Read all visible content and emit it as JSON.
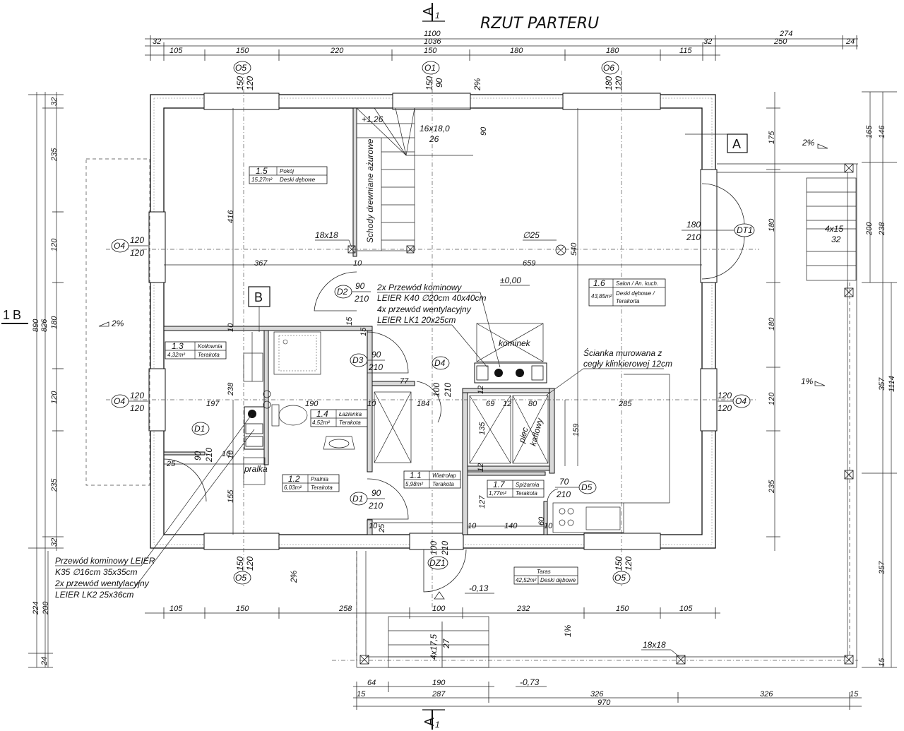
{
  "title": "RZUT PARTERU",
  "section_marks": {
    "a_top": "A",
    "a_bottom": "A",
    "b_left": "B",
    "one_top": "1",
    "one_bottom": "1",
    "one_left": "1"
  },
  "markers": {
    "a": "A",
    "b": "B"
  },
  "top_dims": {
    "total": "1100",
    "inner": "1036",
    "left_wall": "32",
    "right_wall": "32",
    "segments": [
      "105",
      "150",
      "220",
      "150",
      "180",
      "180",
      "115"
    ],
    "right_total": "274",
    "right_250": "250",
    "right_24": "24"
  },
  "bottom_dims": {
    "segments": [
      "105",
      "150",
      "258",
      "100",
      "232",
      "150",
      "105"
    ],
    "terrace": [
      "64",
      "190",
      "287",
      "326",
      "326",
      "970"
    ],
    "t15a": "15",
    "t15b": "15"
  },
  "left_dims": {
    "total": "890",
    "inner": "826",
    "segments": [
      "32",
      "235",
      "120",
      "180",
      "120",
      "235",
      "32"
    ],
    "extra": [
      "224",
      "200",
      "24"
    ]
  },
  "right_dims": {
    "segments": [
      "175",
      "180",
      "180",
      "120",
      "235"
    ],
    "outer": [
      "165",
      "146",
      "200",
      "238",
      "357",
      "357",
      "1114",
      "15"
    ]
  },
  "windows": {
    "o5_top": {
      "code": "O5",
      "w": "150",
      "h": "120"
    },
    "o1_top": {
      "code": "O1",
      "w": "150",
      "h": "90"
    },
    "o6_top": {
      "code": "O6",
      "w": "180",
      "h": "120"
    },
    "o4_left_a": {
      "code": "O4",
      "w": "120",
      "h": "120"
    },
    "o4_left_b": {
      "code": "O4",
      "w": "120",
      "h": "120"
    },
    "o4_right": {
      "code": "O4",
      "w": "120",
      "h": "120"
    },
    "o5_bottom_a": {
      "code": "O5",
      "w": "150",
      "h": "120"
    },
    "o5_bottom_b": {
      "code": "O5",
      "w": "150",
      "h": "120"
    }
  },
  "doors": {
    "dt1": {
      "code": "DT1",
      "w": "180",
      "h": "210"
    },
    "d2": {
      "code": "D2",
      "w": "90",
      "h": "210"
    },
    "d3": {
      "code": "D3",
      "w": "90",
      "h": "210"
    },
    "d4": {
      "code": "D4",
      "w": "100",
      "h": "210"
    },
    "d1_left": {
      "code": "D1",
      "w": "90",
      "h": "210"
    },
    "d1_mid": {
      "code": "D1",
      "w": "90",
      "h": "210"
    },
    "d5": {
      "code": "D5",
      "w": "70",
      "h": "210"
    },
    "dz1": {
      "code": "DZ1",
      "w": "100",
      "h": "210"
    }
  },
  "rooms": {
    "r15": {
      "no": "1.5",
      "name": "Pokój",
      "area": "15,27m²",
      "floor": "Deski dębowe"
    },
    "r16": {
      "no": "1.6",
      "name": "Salon / An. kuch.",
      "area": "43,85m²",
      "floor1": "Deski dębowe /",
      "floor2": "Terakorta"
    },
    "r13": {
      "no": "1.3",
      "name": "Kotłownia",
      "area": "4,32m²",
      "floor": "Terakota"
    },
    "r14": {
      "no": "1.4",
      "name": "Łazienka",
      "area": "4,52m²",
      "floor": "Terakota"
    },
    "r12": {
      "no": "1.2",
      "name": "Pralnia",
      "area": "6,03m²",
      "floor": "Terakota"
    },
    "r11": {
      "no": "1.1",
      "name": "Wiatrołap",
      "area": "5,98m²",
      "floor": "Terakota"
    },
    "r17": {
      "no": "1.7",
      "name": "Spiżarnia",
      "area": "1,77m²",
      "floor": "Terakota"
    },
    "taras": {
      "name": "Taras",
      "area": "42,52m²",
      "floor": "Deski dębowe"
    }
  },
  "notes": {
    "stairs_name": "Schody drewniane ażurowe",
    "stairs_spec": "16x18,0",
    "stairs_count": "26",
    "level_126": "+1,26",
    "dim_90": "90",
    "col_18x18_a": "18x18",
    "col_18x18_b": "18x18",
    "hole": "∅25",
    "d540": "540",
    "flue1": "2x Przewód kominowy",
    "flue2": "LEIER K40 ∅20cm 40x40cm",
    "vent1": "4x przewód wentylacyjny",
    "vent2": "LEIER LK1 20x25cm",
    "level0": "±0,00",
    "kominek": "kominek",
    "wall1": "Ścianka murowana z",
    "wall2": "cegły klinkierowej 12cm",
    "piec1": "piec",
    "piec2": "kaflowy",
    "pralka": "pralka",
    "flue_k35_1": "Przewód kominowy LEIER",
    "flue_k35_2": "K35 ∅16cm 35x35cm",
    "vent_lk2_1": "2x przewód wentylacyjny",
    "vent_lk2_2": "LEIER LK2 25x36cm",
    "level_013": "-0,13",
    "level_073": "-0,73",
    "stairs_front": "4x17,5",
    "stairs_front_n": "27",
    "stairs_right": "4x15",
    "stairs_right_n": "32",
    "slope": "2%",
    "slope1": "1%",
    "d367": "367",
    "d659": "659",
    "d416": "416",
    "d10a": "10",
    "d10b": "10",
    "d10c": "10",
    "d10d": "10",
    "d10e": "10",
    "d10f": "10",
    "d10g": "10",
    "d10h": "10",
    "d197": "197",
    "d190": "190",
    "d184": "184",
    "d285": "285",
    "d238": "238",
    "d155": "155",
    "d159": "159",
    "d135": "135",
    "d127": "127",
    "d140": "140",
    "d60": "60",
    "d69": "69",
    "d80": "80",
    "d77": "77",
    "d12a": "12",
    "d12b": "12",
    "d12c": "12",
    "d15a": "15",
    "d15b": "15",
    "d25a": "25",
    "d25b": "25"
  }
}
